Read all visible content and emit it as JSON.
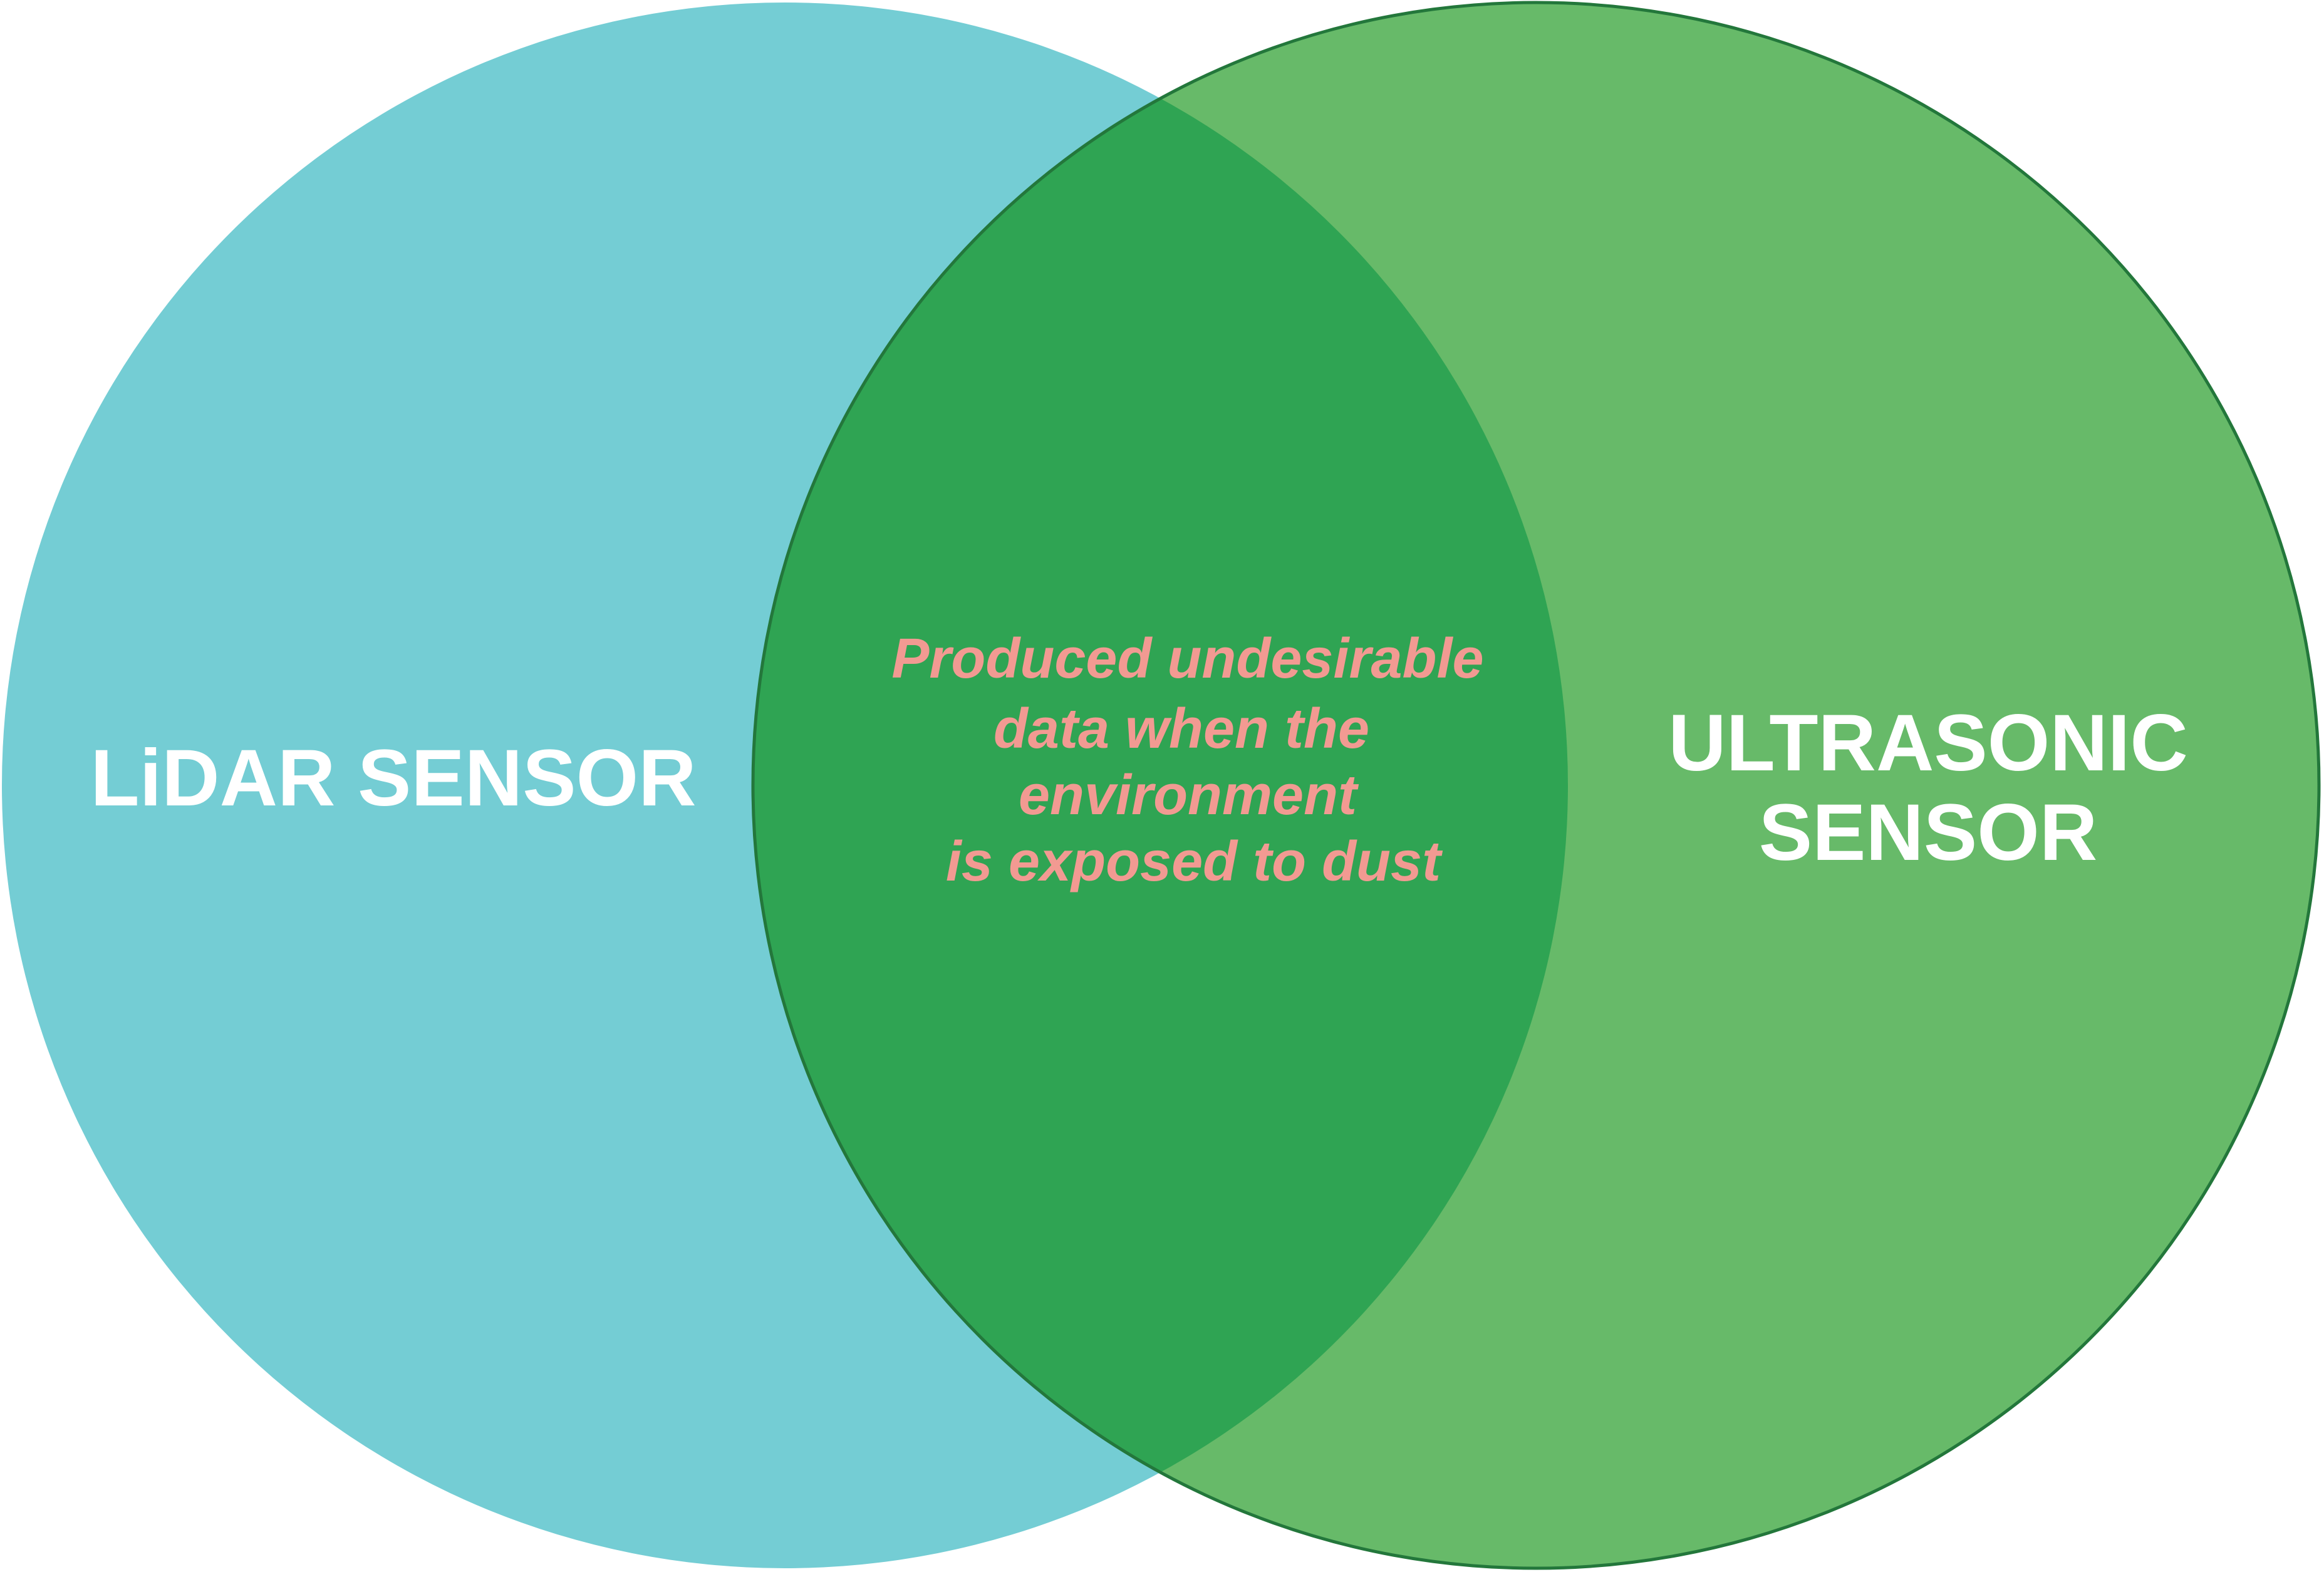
{
  "colors": {
    "lidar_fill": "#74cdd4",
    "ultrasonic_fill": "#67ba69",
    "overlap_fill": "#2fa453",
    "outline": "#23773b",
    "set_label": "#ffffff",
    "overlap_label": "#f29a92"
  },
  "sets": {
    "lidar": {
      "label": "LiDAR SENSOR"
    },
    "ultrasonic": {
      "label_line1": "ULTRASONIC",
      "label_line2": "SENSOR"
    }
  },
  "overlap": {
    "lines": [
      "Produced undesirable",
      "data when the",
      "environment",
      "is exposed to dust"
    ]
  }
}
